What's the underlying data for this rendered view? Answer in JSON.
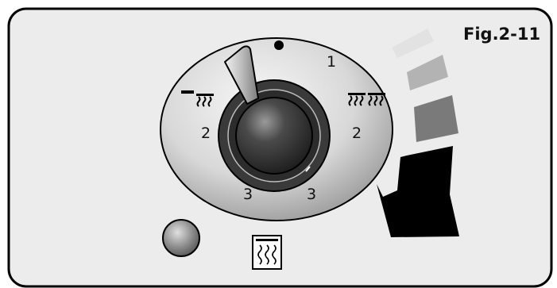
{
  "figure": {
    "label": "Fig.2-11",
    "dial_numbers": [
      "1",
      "2",
      "2",
      "3",
      "3"
    ],
    "arrow_steps": [
      {
        "level": "light",
        "color": "#e2e2e2"
      },
      {
        "level": "medium",
        "color": "#b3b3b3"
      },
      {
        "level": "dark",
        "color": "#7a7a7a"
      },
      {
        "level": "darkest",
        "color": "#000000"
      }
    ],
    "icons": [
      "dot-indicator",
      "heating-element-single",
      "heating-element-double",
      "oven-heat-symbol",
      "indicator-lamp"
    ]
  }
}
